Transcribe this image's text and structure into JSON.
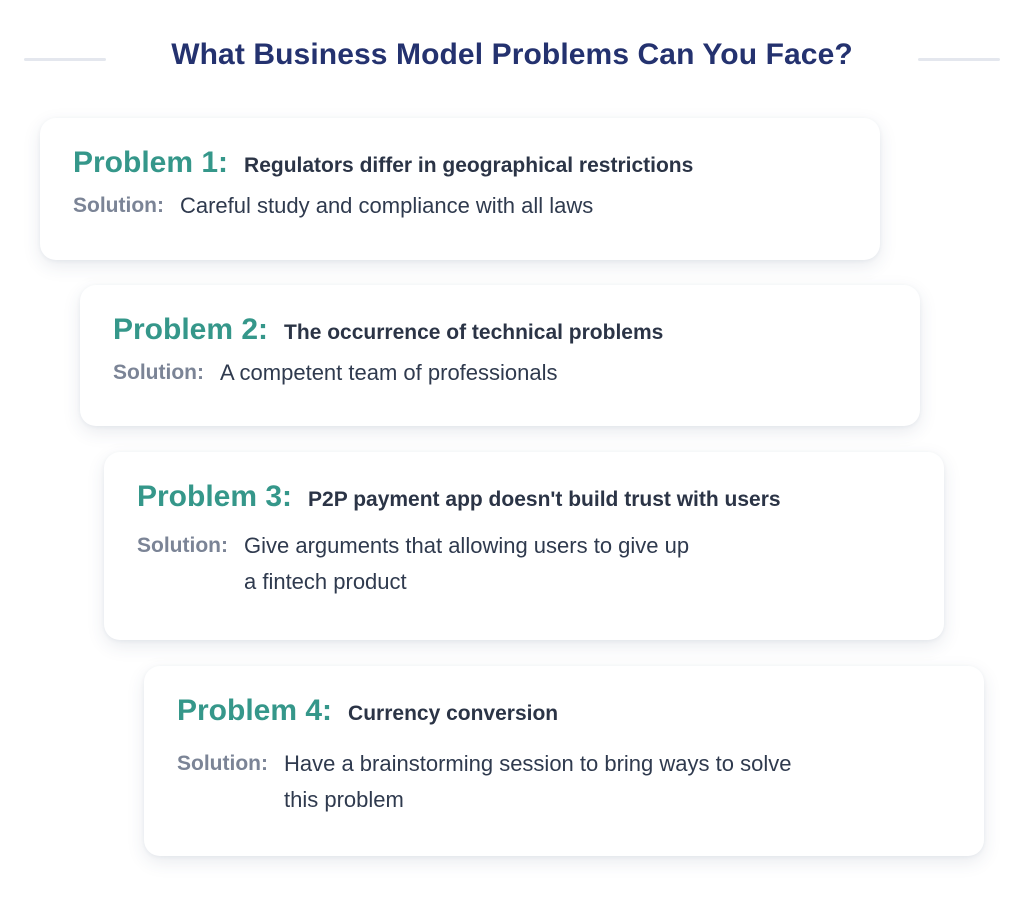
{
  "header": {
    "title": "What Business Model Problems Can You Face?"
  },
  "colors": {
    "title": "#24326f",
    "problem_label": "#35978a",
    "problem_text": "#2b3446",
    "solution_label": "#7b8496",
    "solution_text": "#2f3a4e",
    "divider": "#e4e7ee"
  },
  "problems": [
    {
      "label": "Problem 1:",
      "text": "Regulators differ in geographical restrictions",
      "solution_label": "Solution:",
      "solution": "Careful study and compliance with all laws"
    },
    {
      "label": "Problem 2:",
      "text": "The occurrence of technical problems",
      "solution_label": "Solution:",
      "solution": "A competent team of professionals"
    },
    {
      "label": "Problem 3:",
      "text": "P2P payment app doesn't build trust with users",
      "solution_label": "Solution:",
      "solution_lines": [
        "Give arguments that allowing users to give up",
        "a fintech product"
      ]
    },
    {
      "label": "Problem 4:",
      "text": "Currency conversion",
      "solution_label": "Solution:",
      "solution_lines": [
        "Have a brainstorming session to bring ways to solve",
        "this problem"
      ]
    }
  ]
}
